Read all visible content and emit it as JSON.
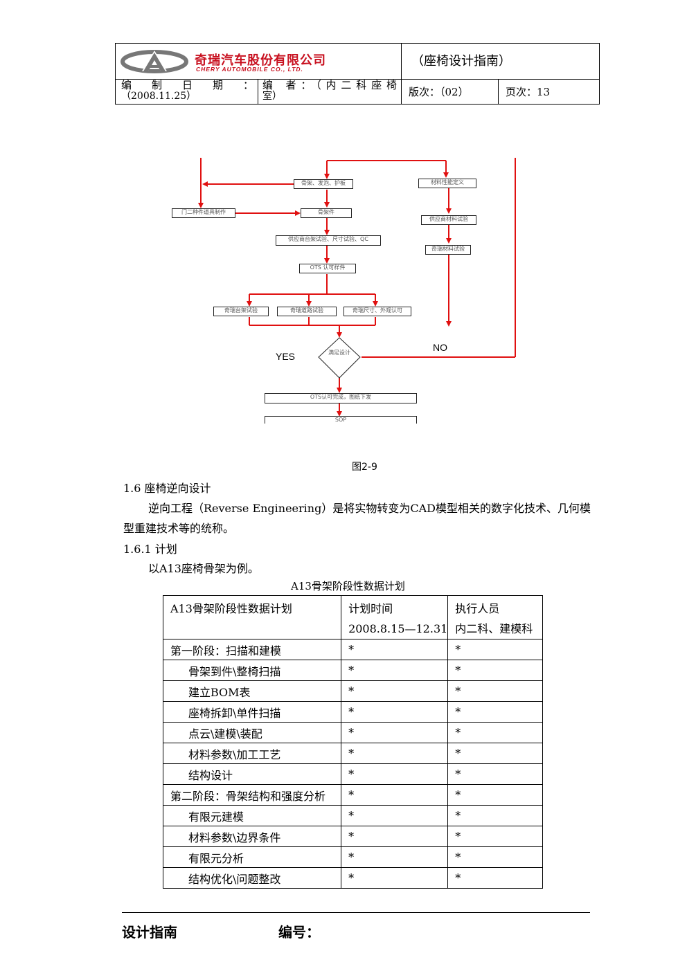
{
  "header": {
    "company_cn": "奇瑞汽车股份有限公司",
    "company_en": "CHERY AUTOMOBILE CO., LTD.",
    "doc_title": "（座椅设计指南）",
    "date_label": "编　制　日　期　：",
    "date_value": "（2008.11.25）",
    "author_label": "编 者：（内二科座椅",
    "author_value": "室）",
    "version": "版次：（02）",
    "page": "页次：13"
  },
  "flowchart": {
    "box_frame": "骨架、发泡、护板",
    "box_part": "骨架件",
    "box_mould": "门二种件道具制作",
    "box_supplier_test": "供应商台架试验、尺寸试验、QC",
    "box_ots": "OTS 认可样件",
    "box_chery_test1": "奇瑞台架试验",
    "box_chery_test2": "奇瑞道路试验",
    "box_chery_size": "奇瑞尺寸、外观认可",
    "box_material_def": "材料性能定义",
    "box_material_test": "供应商材料试验",
    "box_chery_material": "奇瑞材料试验",
    "decision": "满足设计",
    "yes": "YES",
    "no": "NO",
    "box_ots_done": "OTS认可完成，图纸下发",
    "box_sop": "SOP"
  },
  "figure_caption": "图2-9",
  "section_1_6": "1.6 座椅逆向设计",
  "paragraph": "逆向工程（Reverse Engineering）是将实物转变为CAD模型相关的数字化技术、几何模型重建技术等的统称。",
  "section_1_6_1": "1.6.1 计划",
  "example": "以A13座椅骨架为例。",
  "table_caption": "A13骨架阶段性数据计划",
  "table": {
    "head_col1": "A13骨架阶段性数据计划",
    "head_col2_l1": "计划时间",
    "head_col2_l2": "2008.8.15—12.31",
    "head_col3_l1": "执行人员",
    "head_col3_l2": "内二科、建模科",
    "rows": [
      {
        "task": "第一阶段：扫描和建模",
        "time": "*",
        "staff": "*"
      },
      {
        "task": "骨架到件\\整椅扫描",
        "time": "*",
        "staff": "*"
      },
      {
        "task": "建立BOM表",
        "time": "*",
        "staff": "*"
      },
      {
        "task": "座椅拆卸\\单件扫描",
        "time": "*",
        "staff": "*"
      },
      {
        "task": "点云\\建模\\装配",
        "time": "*",
        "staff": "*"
      },
      {
        "task": "材料参数\\加工工艺",
        "time": "*",
        "staff": "*"
      },
      {
        "task": "结构设计",
        "time": "*",
        "staff": "*"
      },
      {
        "task": "第二阶段：骨架结构和强度分析",
        "time": "*",
        "staff": "*"
      },
      {
        "task": "有限元建模",
        "time": "*",
        "staff": "*"
      },
      {
        "task": "材料参数\\边界条件",
        "time": "*",
        "staff": "*"
      },
      {
        "task": "有限元分析",
        "time": "*",
        "staff": "*"
      },
      {
        "task": "结构优化\\问题整改",
        "time": "*",
        "staff": "*"
      }
    ]
  },
  "footer": {
    "left": "设计指南",
    "right": "编号："
  }
}
